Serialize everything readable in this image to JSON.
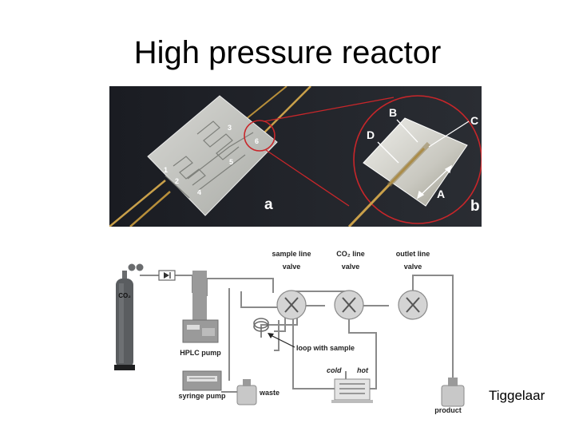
{
  "title": "High pressure reactor",
  "credit": "Tiggelaar",
  "photo": {
    "chip_labels": [
      "1",
      "2",
      "3",
      "4",
      "5",
      "6"
    ],
    "panel_a": "a",
    "panel_b": "b",
    "zoom_labels": {
      "A": "A",
      "B": "B",
      "C": "C",
      "D": "D"
    }
  },
  "schematic": {
    "co2_cylinder": "CO₂",
    "hplc_pump": "HPLC pump",
    "syringe_pump": "syringe pump",
    "waste": "waste",
    "sample_line_valve_1": "sample line",
    "sample_line_valve_2": "valve",
    "co2_line_valve_1": "CO₂ line",
    "co2_line_valve_2": "valve",
    "outlet_line_valve_1": "outlet line",
    "outlet_line_valve_2": "valve",
    "loop_with_sample": "loop with sample",
    "cold": "cold",
    "hot": "hot",
    "product": "product"
  }
}
